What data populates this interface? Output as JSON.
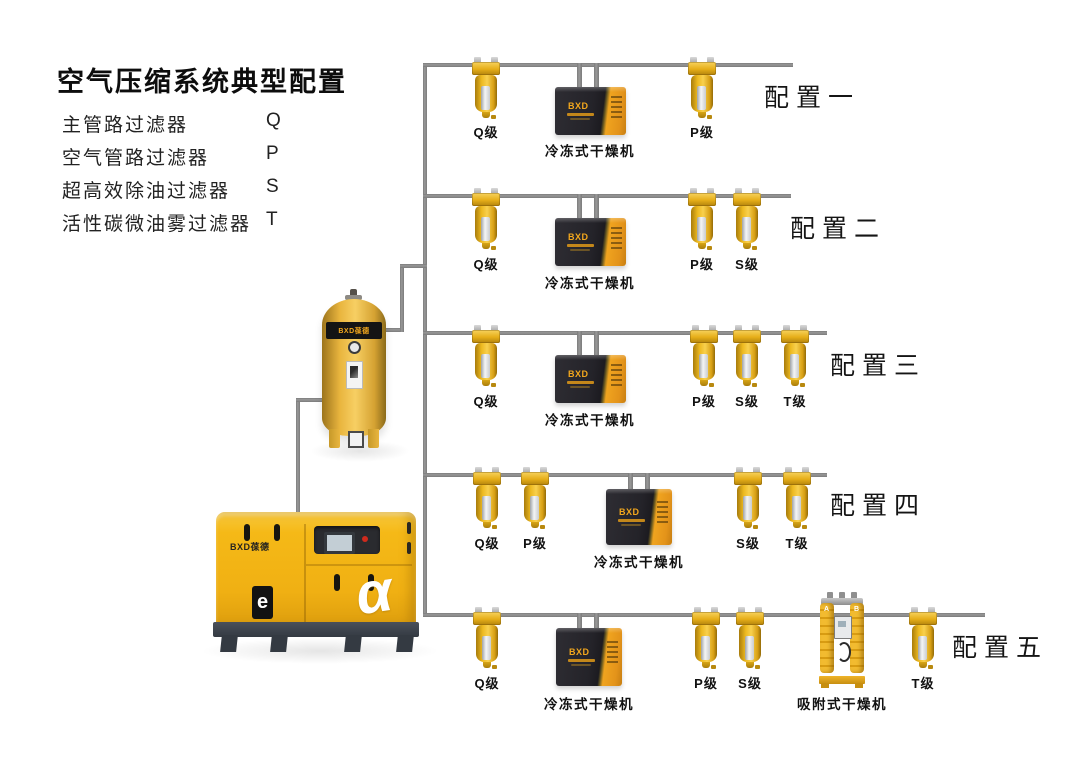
{
  "title": "空气压缩系统典型配置",
  "legend": {
    "items": [
      {
        "label": "主管路过滤器",
        "code": "Q"
      },
      {
        "label": "空气管路过滤器",
        "code": "P"
      },
      {
        "label": "超高效除油过滤器",
        "code": "S"
      },
      {
        "label": "活性碳微油雾过滤器",
        "code": "T"
      }
    ]
  },
  "brand": {
    "logo": "BXD",
    "full": "BXD葆德"
  },
  "equipment": {
    "refrigerated_dryer": "冷冻式干燥机",
    "adsorption_dryer": "吸附式干燥机",
    "compressor_badge": "e",
    "compressor_alpha": "α",
    "tower_a": "A",
    "tower_b": "B"
  },
  "configs": [
    {
      "name": "配置一",
      "grades": [
        "Q级",
        "P级"
      ],
      "dryer": "冷冻式干燥机"
    },
    {
      "name": "配置二",
      "grades": [
        "Q级",
        "P级",
        "S级"
      ],
      "dryer": "冷冻式干燥机"
    },
    {
      "name": "配置三",
      "grades": [
        "Q级",
        "P级",
        "S级",
        "T级"
      ],
      "dryer": "冷冻式干燥机"
    },
    {
      "name": "配置四",
      "grades": [
        "Q级",
        "P级",
        "S级",
        "T级"
      ],
      "dryer": "冷冻式干燥机"
    },
    {
      "name": "配置五",
      "grades": [
        "Q级",
        "P级",
        "S级",
        "T级"
      ],
      "dryer": "冷冻式干燥机",
      "dryer2": "吸附式干燥机"
    }
  ],
  "colors": {
    "pipe": "#8a8a8a",
    "machine_yellow": "#F2B317",
    "dryer_dark": "#232228",
    "text": "#111111"
  }
}
